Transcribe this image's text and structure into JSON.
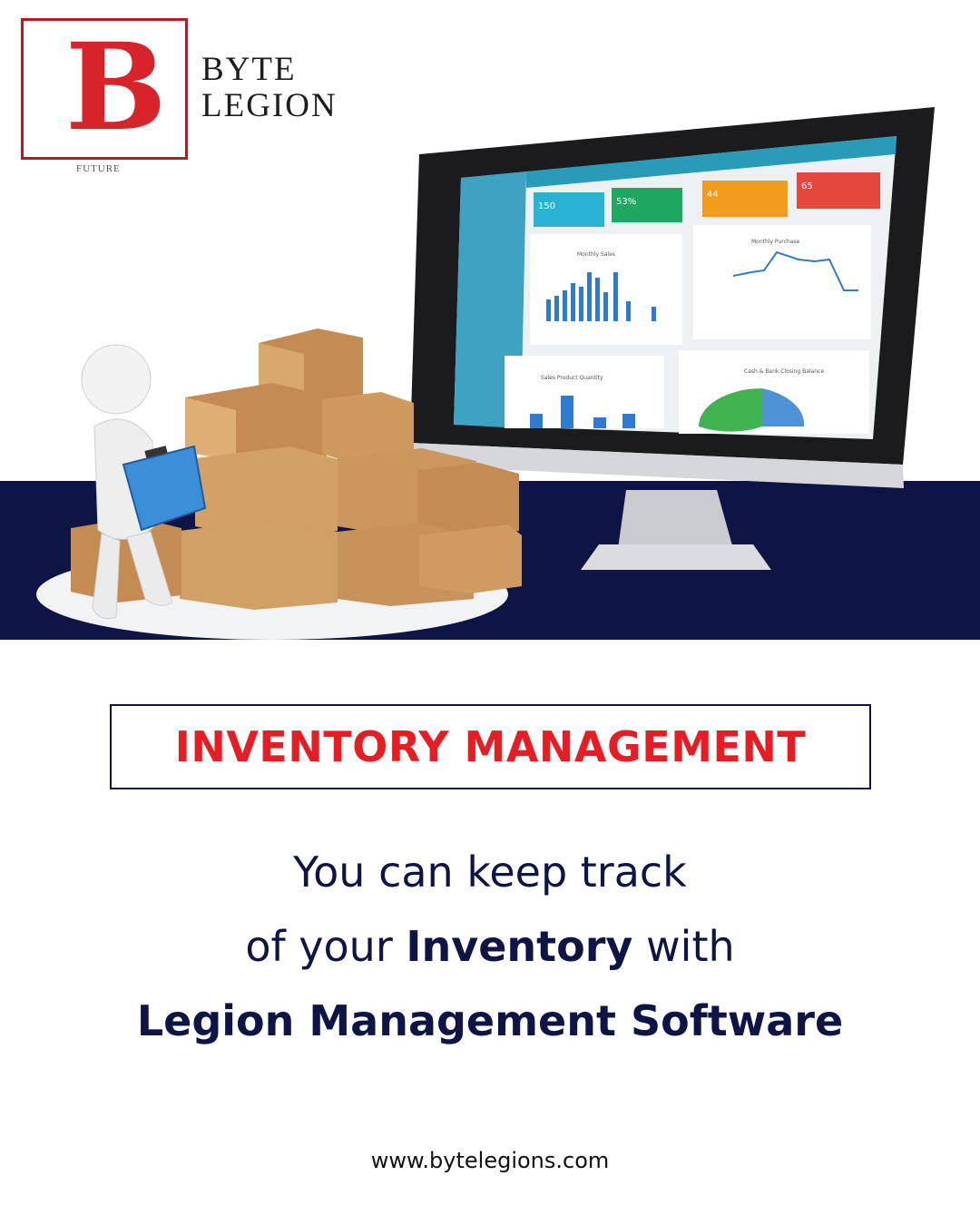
{
  "logo": {
    "monogram": "B",
    "small_text": "FUTURE",
    "brand_line1": "BYTE",
    "brand_line2": "LEGION"
  },
  "illustration": {
    "screen_stats": [
      "150",
      "53%",
      "44",
      "65"
    ],
    "panel_titles": [
      "Monthly Sales",
      "Monthly Purchase",
      "Sales Product Quantity",
      "Cash & Bank Closing Balance"
    ]
  },
  "headline": "INVENTORY MANAGEMENT",
  "tagline": {
    "line1": "You can keep track",
    "line2_pre": "of your ",
    "line2_bold": "Inventory",
    "line2_post": " with",
    "line3": "Legion Management Software"
  },
  "website": "www.bytelegions.com",
  "colors": {
    "navy": "#0f1446",
    "red": "#e81d24",
    "logo_red": "#d8232a"
  }
}
